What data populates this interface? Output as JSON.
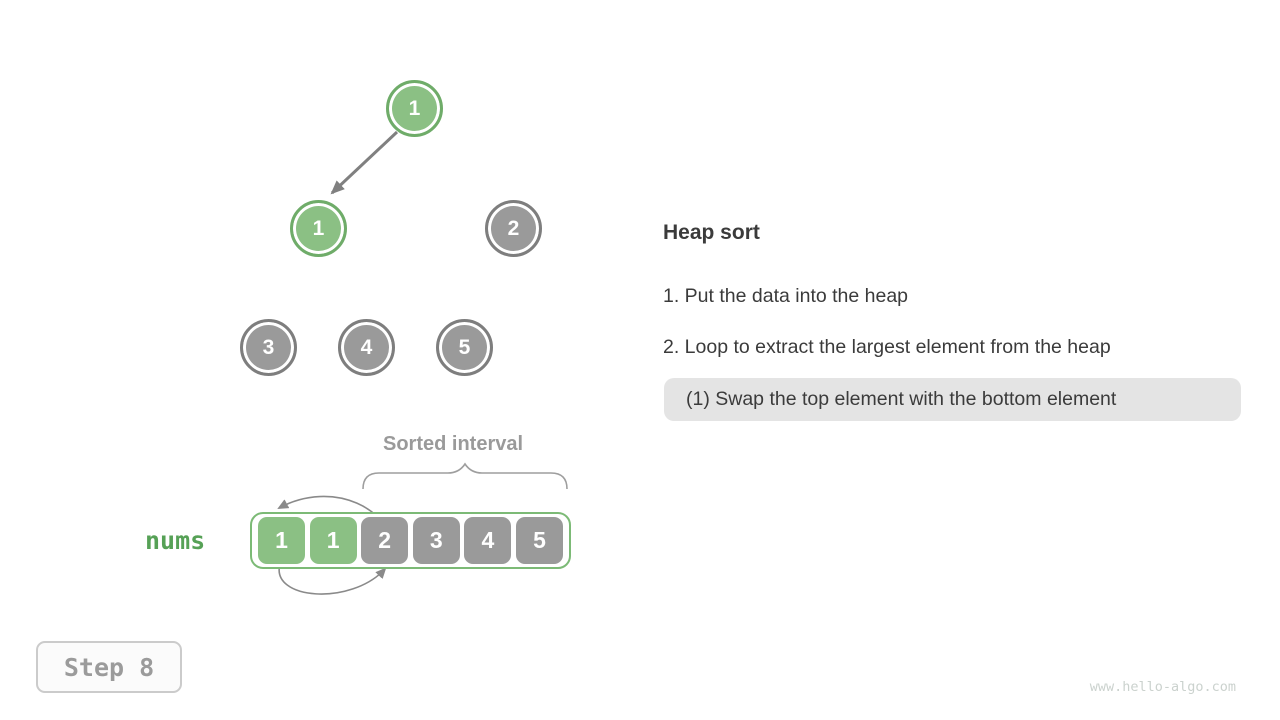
{
  "figure": {
    "watermark": "www.hello-algo.com",
    "step_label": "Step 8"
  },
  "explanation": {
    "title": "Heap sort",
    "items": [
      "1. Put the data into the heap",
      "2. Loop to extract the largest element from the heap"
    ],
    "active_substep": "(1) Swap the top element with the bottom element"
  },
  "tree": {
    "nodes": [
      {
        "value": "1",
        "state": "heap"
      },
      {
        "value": "1",
        "state": "heap"
      },
      {
        "value": "2",
        "state": "sorted"
      },
      {
        "value": "3",
        "state": "sorted"
      },
      {
        "value": "4",
        "state": "sorted"
      },
      {
        "value": "5",
        "state": "sorted"
      }
    ]
  },
  "array": {
    "label": "nums",
    "interval_label": "Sorted interval",
    "cells": [
      {
        "value": "1",
        "state": "heap"
      },
      {
        "value": "1",
        "state": "heap"
      },
      {
        "value": "2",
        "state": "sorted"
      },
      {
        "value": "3",
        "state": "sorted"
      },
      {
        "value": "4",
        "state": "sorted"
      },
      {
        "value": "5",
        "state": "sorted"
      }
    ]
  },
  "colors": {
    "heap_green": "#8BC084",
    "sorted_gray": "#9A9A9A",
    "label_green": "#56A156",
    "arrow_gray": "#808080",
    "highlight_bg": "#E4E4E4",
    "text_dark": "#3B3B3B"
  }
}
